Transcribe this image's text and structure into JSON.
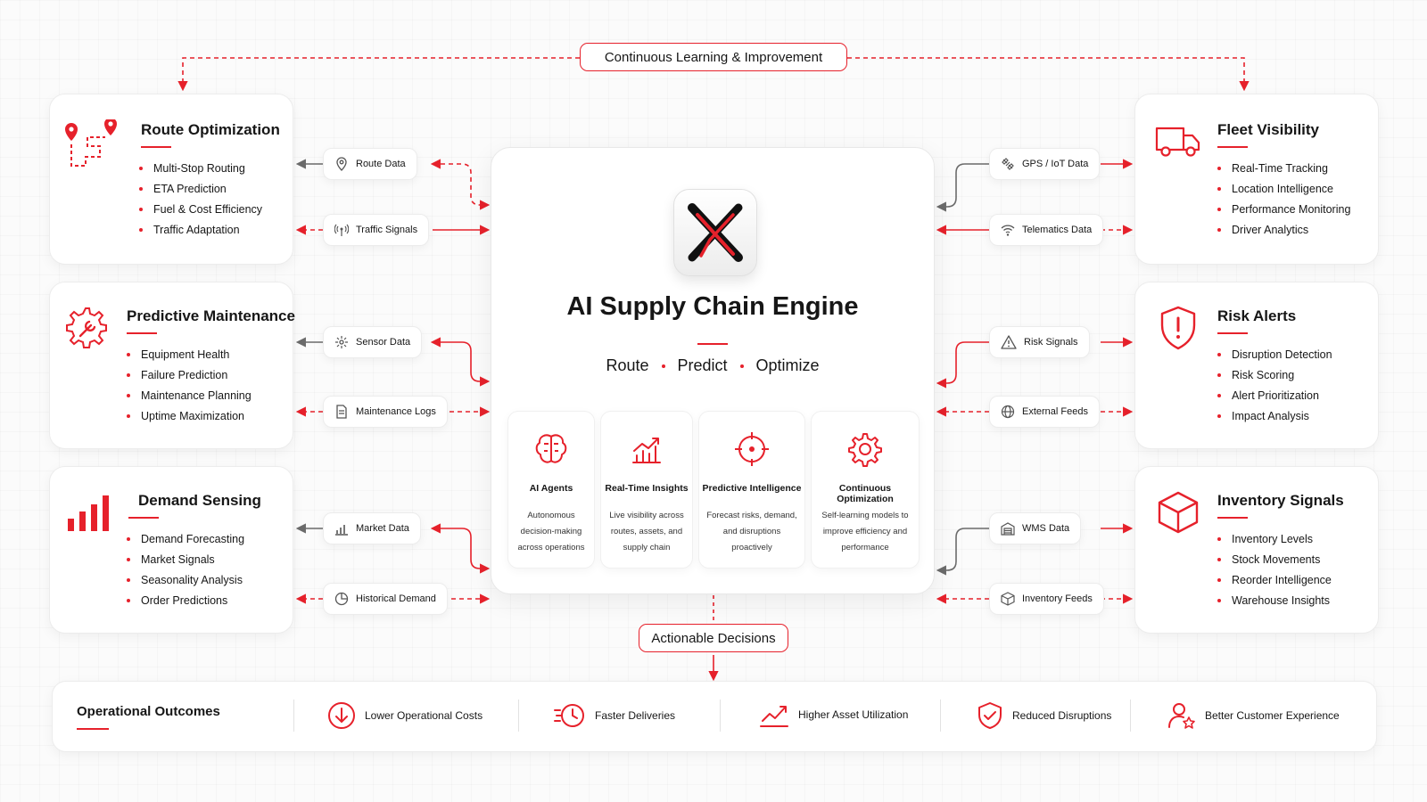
{
  "learning_label": "Continuous Learning & Improvement",
  "decisions_label": "Actionable Decisions",
  "engine": {
    "title": "AI Supply Chain Engine",
    "tagline": [
      "Route",
      "Predict",
      "Optimize"
    ],
    "logo_icon": "x-logo-icon",
    "capabilities": [
      {
        "title": "AI Agents",
        "desc": "Autonomous decision-making across operations",
        "icon": "brain-icon"
      },
      {
        "title": "Real-Time Insights",
        "desc": "Live visibility across routes, assets, and supply chain",
        "icon": "trend-chart-icon"
      },
      {
        "title": "Predictive Intelligence",
        "desc": "Forecast risks, demand, and disruptions proactively",
        "icon": "target-icon"
      },
      {
        "title": "Continuous Optimization",
        "desc": "Self-learning models to improve efficiency and performance",
        "icon": "gear-icon"
      }
    ]
  },
  "left_modules": [
    {
      "title": "Route Optimization",
      "icon": "route-pin-icon",
      "items": [
        "Multi-Stop Routing",
        "ETA Prediction",
        "Fuel & Cost Efficiency",
        "Traffic Adaptation"
      ]
    },
    {
      "title": "Predictive Maintenance",
      "icon": "gear-wrench-icon",
      "items": [
        "Equipment Health",
        "Failure Prediction",
        "Maintenance Planning",
        "Uptime Maximization"
      ]
    },
    {
      "title": "Demand Sensing",
      "icon": "bar-chart-icon",
      "items": [
        "Demand Forecasting",
        "Market Signals",
        "Seasonality Analysis",
        "Order Predictions"
      ]
    }
  ],
  "right_modules": [
    {
      "title": "Fleet Visibility",
      "icon": "truck-icon",
      "items": [
        "Real-Time Tracking",
        "Location Intelligence",
        "Performance Monitoring",
        "Driver Analytics"
      ]
    },
    {
      "title": "Risk Alerts",
      "icon": "shield-alert-icon",
      "items": [
        "Disruption Detection",
        "Risk Scoring",
        "Alert Prioritization",
        "Impact Analysis"
      ]
    },
    {
      "title": "Inventory Signals",
      "icon": "box-icon",
      "items": [
        "Inventory Levels",
        "Stock Movements",
        "Reorder Intelligence",
        "Warehouse Insights"
      ]
    }
  ],
  "left_inputs": [
    {
      "label": "Route Data",
      "icon": "location-pin-icon"
    },
    {
      "label": "Traffic Signals",
      "icon": "signal-tower-icon"
    },
    {
      "label": "Sensor Data",
      "icon": "sensor-icon"
    },
    {
      "label": "Maintenance Logs",
      "icon": "document-icon"
    },
    {
      "label": "Market Data",
      "icon": "market-chart-icon"
    },
    {
      "label": "Historical Demand",
      "icon": "pie-clock-icon"
    }
  ],
  "right_inputs": [
    {
      "label": "GPS / IoT Data",
      "icon": "satellite-icon"
    },
    {
      "label": "Telematics Data",
      "icon": "wifi-icon"
    },
    {
      "label": "Risk Signals",
      "icon": "warning-icon"
    },
    {
      "label": "External Feeds",
      "icon": "globe-icon"
    },
    {
      "label": "WMS Data",
      "icon": "warehouse-icon"
    },
    {
      "label": "Inventory Feeds",
      "icon": "cube-icon"
    }
  ],
  "outcomes": {
    "title": "Operational Outcomes",
    "items": [
      {
        "label": "Lower Operational Costs",
        "icon": "down-arrow-circle-icon"
      },
      {
        "label": "Faster Deliveries",
        "icon": "fast-clock-icon"
      },
      {
        "label": "Higher Asset Utilization",
        "icon": "growth-chart-icon"
      },
      {
        "label": "Reduced Disruptions",
        "icon": "shield-check-icon"
      },
      {
        "label": "Better Customer Experience",
        "icon": "user-star-icon"
      }
    ]
  },
  "colors": {
    "accent": "#e6212b",
    "text": "#161616",
    "gray_arrow": "#6b6b6b"
  }
}
